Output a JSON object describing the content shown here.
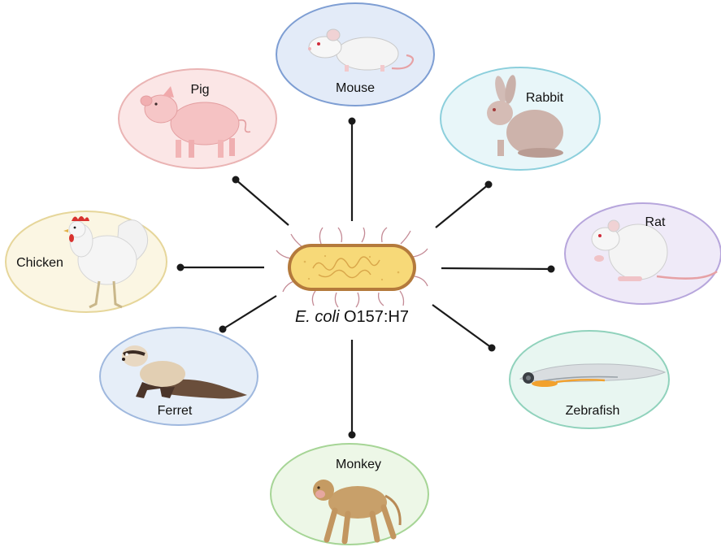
{
  "center": {
    "italic": "E. coli",
    "strain": "O157:H7"
  },
  "animals": {
    "mouse": "Mouse",
    "rabbit": "Rabbit",
    "rat": "Rat",
    "zebrafish": "Zebrafish",
    "monkey": "Monkey",
    "ferret": "Ferret",
    "chicken": "Chicken",
    "pig": "Pig"
  },
  "colors": {
    "mouse": {
      "fill": "#e3ebf8",
      "stroke": "#7e9ed3"
    },
    "rabbit": {
      "fill": "#e8f6f9",
      "stroke": "#8ccfdc"
    },
    "rat": {
      "fill": "#efeaf8",
      "stroke": "#b7a6dc"
    },
    "zebrafish": {
      "fill": "#e8f6f1",
      "stroke": "#90d2bc"
    },
    "monkey": {
      "fill": "#edf7e7",
      "stroke": "#a6d596"
    },
    "ferret": {
      "fill": "#e6eef8",
      "stroke": "#9fb8de"
    },
    "chicken": {
      "fill": "#fbf6e3",
      "stroke": "#e6d69a"
    },
    "pig": {
      "fill": "#fbe6e6",
      "stroke": "#eab4b4"
    },
    "bacterium": {
      "fill": "#f7d978",
      "stroke": "#b47a3c"
    },
    "connector": "#1a1a1a"
  },
  "icons": [
    "bacterium-icon",
    "mouse-icon",
    "rabbit-icon",
    "rat-icon",
    "zebrafish-icon",
    "monkey-icon",
    "ferret-icon",
    "chicken-icon",
    "pig-icon"
  ]
}
